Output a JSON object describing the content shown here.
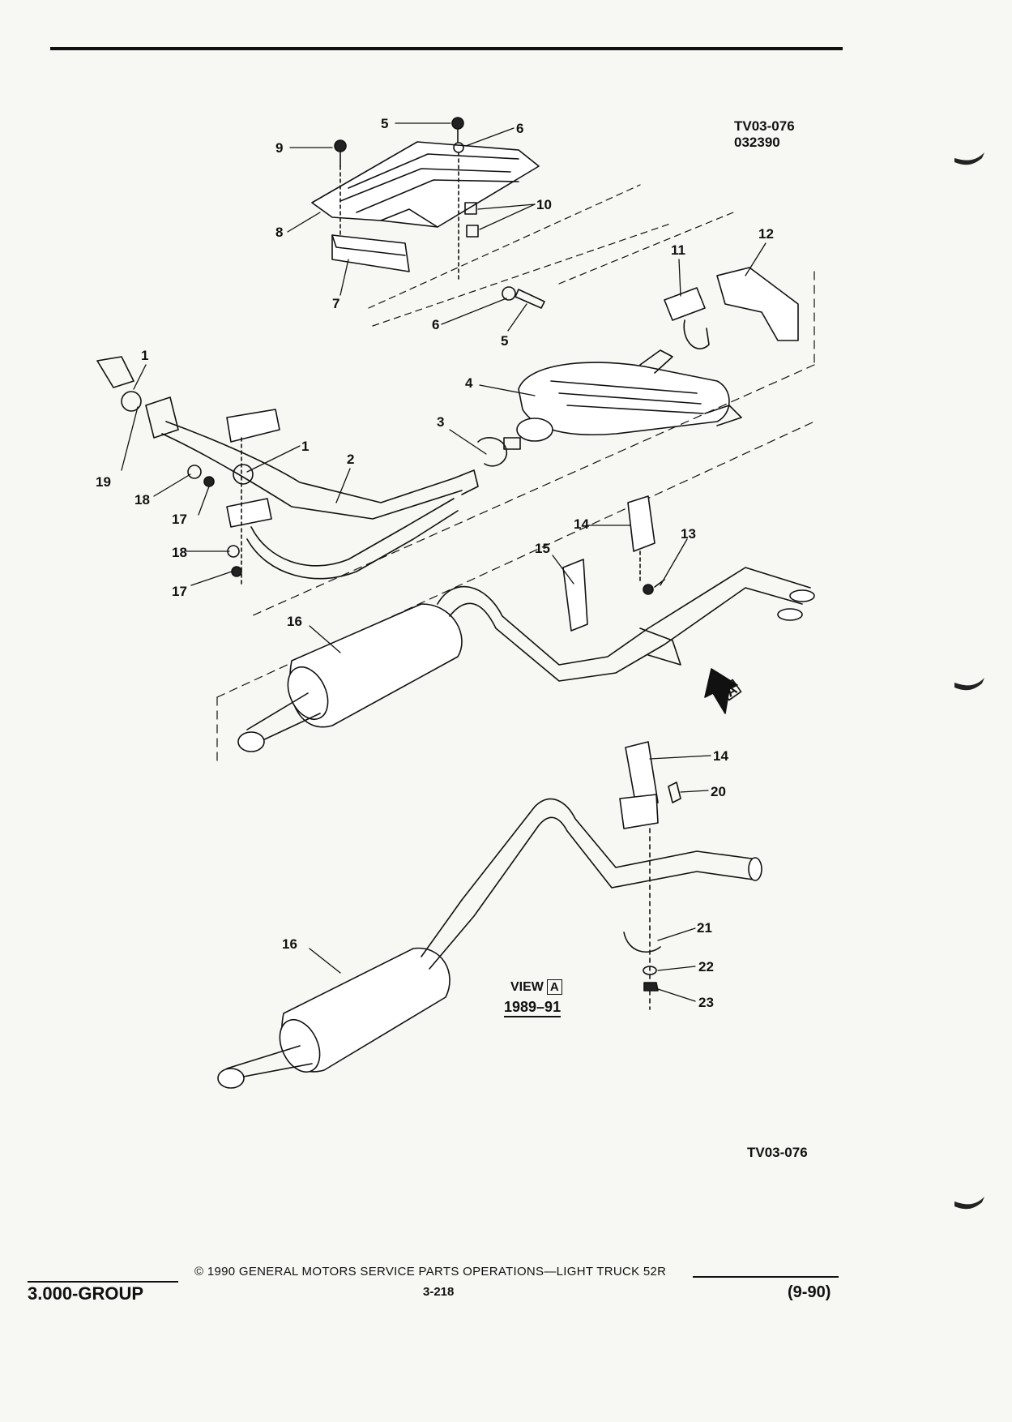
{
  "header": {
    "code_top": "TV03-076",
    "code_date": "032390"
  },
  "footer_code": "TV03-076",
  "view_label": {
    "prefix": "VIEW",
    "letter": "A",
    "years": "1989–91"
  },
  "arrow_letter": "A",
  "callouts": {
    "c1a": "1",
    "c1b": "1",
    "c2": "2",
    "c3": "3",
    "c4": "4",
    "c5a": "5",
    "c5b": "5",
    "c6a": "6",
    "c6b": "6",
    "c7": "7",
    "c8": "8",
    "c9": "9",
    "c10": "10",
    "c11": "11",
    "c12": "12",
    "c13": "13",
    "c14a": "14",
    "c14b": "14",
    "c15": "15",
    "c16a": "16",
    "c16b": "16",
    "c17a": "17",
    "c17b": "17",
    "c18a": "18",
    "c18b": "18",
    "c19": "19",
    "c20": "20",
    "c21": "21",
    "c22": "22",
    "c23": "23"
  },
  "footer": {
    "group": "3.000-GROUP",
    "copyright": "© 1990 GENERAL MOTORS SERVICE PARTS OPERATIONS—LIGHT TRUCK 52R",
    "page": "3-218",
    "date": "(9-90)"
  }
}
